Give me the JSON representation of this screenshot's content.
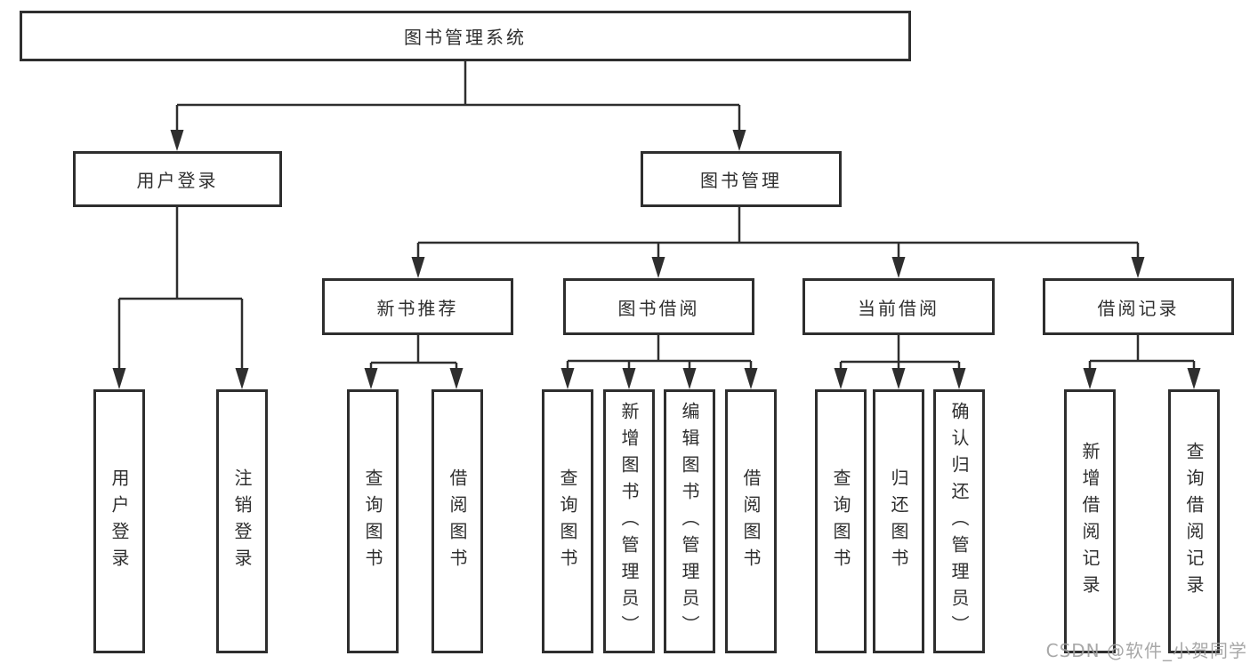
{
  "diagram_title": "图书管理系统",
  "nodes": {
    "root": "图书管理系统",
    "level2": [
      "用户登录",
      "图书管理"
    ],
    "level3": [
      "新书推荐",
      "图书借阅",
      "当前借阅",
      "借阅记录"
    ],
    "leaves": {
      "user_login": [
        "用户登录",
        "注销登录"
      ],
      "new_books": [
        "查询图书",
        "借阅图书"
      ],
      "book_borrow": [
        "查询图书",
        "新增图书（管理员）",
        "编辑图书（管理员）",
        "借阅图书"
      ],
      "current_borrow": [
        "查询图书",
        "归还图书",
        "确认归还（管理员）"
      ],
      "borrow_records": [
        "新增借阅记录",
        "查询借阅记录"
      ]
    }
  },
  "hierarchy": {
    "label": "图书管理系统",
    "children": [
      {
        "label": "用户登录",
        "children": [
          {
            "label": "用户登录"
          },
          {
            "label": "注销登录"
          }
        ]
      },
      {
        "label": "图书管理",
        "children": [
          {
            "label": "新书推荐",
            "children": [
              {
                "label": "查询图书"
              },
              {
                "label": "借阅图书"
              }
            ]
          },
          {
            "label": "图书借阅",
            "children": [
              {
                "label": "查询图书"
              },
              {
                "label": "新增图书（管理员）"
              },
              {
                "label": "编辑图书（管理员）"
              },
              {
                "label": "借阅图书"
              }
            ]
          },
          {
            "label": "当前借阅",
            "children": [
              {
                "label": "查询图书"
              },
              {
                "label": "归还图书"
              },
              {
                "label": "确认归还（管理员）"
              }
            ]
          },
          {
            "label": "借阅记录",
            "children": [
              {
                "label": "新增借阅记录"
              },
              {
                "label": "查询借阅记录"
              }
            ]
          }
        ]
      }
    ]
  },
  "watermark": "CSDN @软件_小贺同学",
  "colors": {
    "line": "#2e2e2e",
    "box_border": "#2e2e2e",
    "box_background": "#ffffff",
    "text": "#2f2f2f",
    "watermark": "#9e9e9e",
    "background": "#ffffff"
  }
}
